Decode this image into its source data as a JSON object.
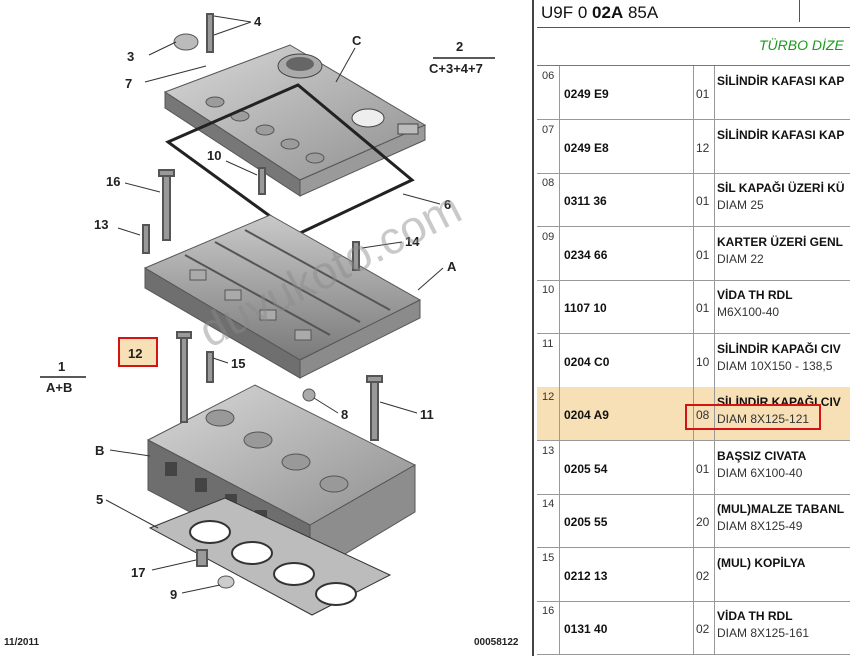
{
  "diagram": {
    "callouts": [
      "1",
      "2",
      "4",
      "3",
      "7",
      "C",
      "10",
      "16",
      "6",
      "13",
      "14",
      "A",
      "12",
      "15",
      "8",
      "11",
      "B",
      "5",
      "17",
      "9"
    ],
    "group_1": {
      "number": "1",
      "formula": "A+B"
    },
    "group_2": {
      "number": "2",
      "formula": "C+3+4+7"
    },
    "footer_date": "11/2011",
    "footer_ref": "00058122"
  },
  "watermark": "duyukoto.com",
  "parts_table": {
    "code_prefix": "U9F 0 ",
    "code_bold": "02A",
    "code_suffix": " 85A",
    "title": "TÜRBO DİZE",
    "rows": [
      {
        "num": "06",
        "ref": "0249 E9",
        "qty": "01",
        "desc1": "SİLİNDİR KAFASI KAP",
        "desc2": ""
      },
      {
        "num": "07",
        "ref": "0249 E8",
        "qty": "12",
        "desc1": "SİLİNDİR KAFASI KAP",
        "desc2": ""
      },
      {
        "num": "08",
        "ref": "0311 36",
        "qty": "01",
        "desc1": "SİL KAPAĞI ÜZERİ KÜ",
        "desc2": "DIAM 25"
      },
      {
        "num": "09",
        "ref": "0234 66",
        "qty": "01",
        "desc1": "KARTER ÜZERİ GENL",
        "desc2": "DIAM 22"
      },
      {
        "num": "10",
        "ref": "1107 10",
        "qty": "01",
        "desc1": "VİDA TH RDL",
        "desc2": "M6X100-40"
      },
      {
        "num": "11",
        "ref": "0204 C0",
        "qty": "10",
        "desc1": "SİLİNDİR KAPAĞI CIV",
        "desc2": "DIAM 10X150 - 138,5"
      },
      {
        "num": "12",
        "ref": "0204 A9",
        "qty": "08",
        "desc1": "SİLİNDİR KAPAĞI CIV",
        "desc2": "DIAM 8X125-121"
      },
      {
        "num": "13",
        "ref": "0205 54",
        "qty": "01",
        "desc1": "BAŞSIZ CIVATA",
        "desc2": "DIAM 6X100-40"
      },
      {
        "num": "14",
        "ref": "0205 55",
        "qty": "20",
        "desc1": "(MUL)MALZE TABANL",
        "desc2": "DIAM 8X125-49"
      },
      {
        "num": "15",
        "ref": "0212 13",
        "qty": "02",
        "desc1": "(MUL) KOPİLYA",
        "desc2": ""
      },
      {
        "num": "16",
        "ref": "0131 40",
        "qty": "02",
        "desc1": "VİDA TH RDL",
        "desc2": "DIAM 8X125-161"
      }
    ]
  },
  "colors": {
    "accent_red": "#d41414",
    "title_green": "#1a9a1a",
    "highlight": "#f7dfb6"
  }
}
